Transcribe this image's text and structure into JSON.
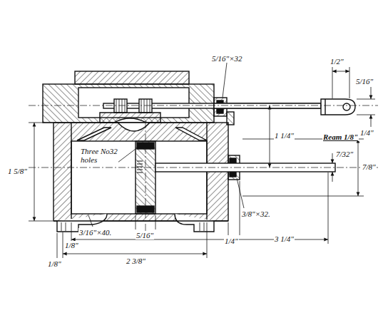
{
  "diagram": {
    "labels": [
      "5/16\"×32",
      "1/2\"",
      "5/16\"",
      "1/4\"",
      "Ream 1/8\"",
      "1 1/4\"",
      "1 5/8\"",
      "Three No32 holes",
      "7/32\"",
      "7/8\"",
      "3/8\"×32.",
      "1/4\"",
      "3 1/4\"",
      "3/16\"×40.",
      "1/8\"",
      "1/8\"",
      "5/16\"",
      "2 3/8\""
    ]
  }
}
